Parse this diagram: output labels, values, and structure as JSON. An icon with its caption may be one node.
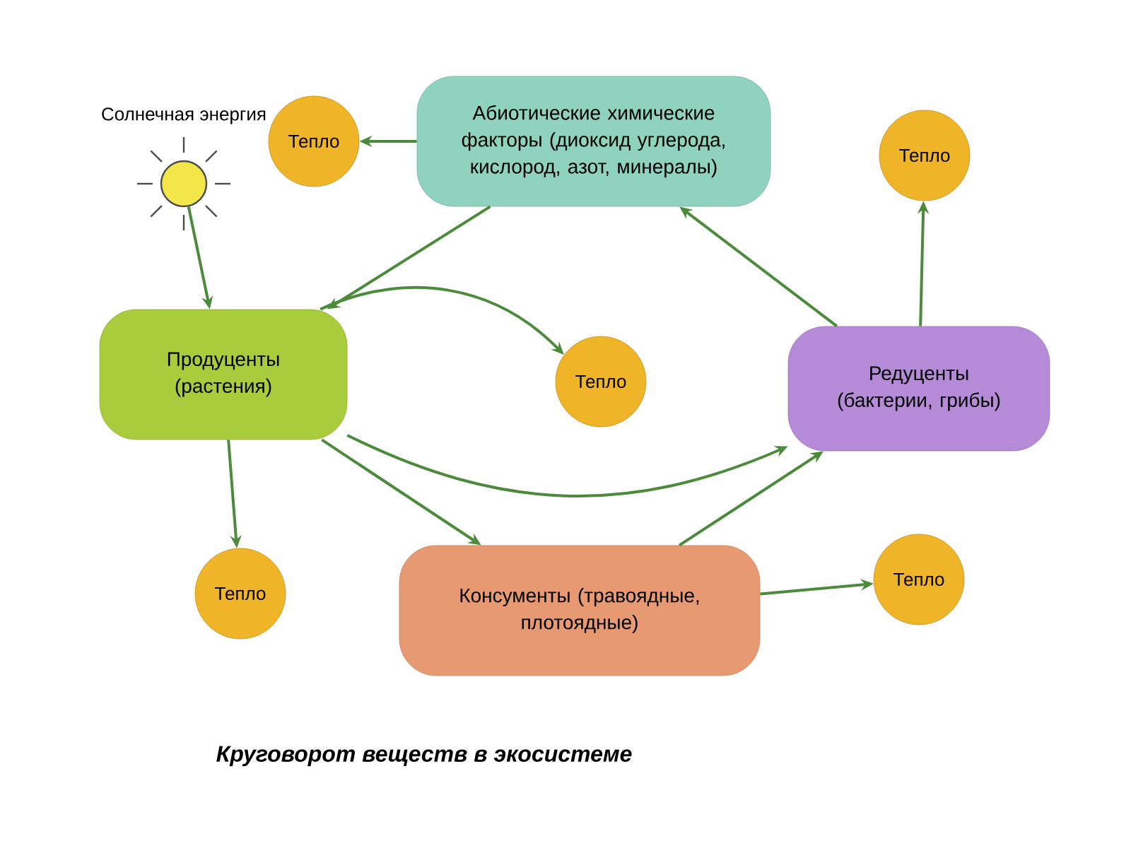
{
  "diagram": {
    "caption": "Круговорот веществ в экосистеме",
    "nodes": [
      {
        "text": [
          "Солнечная энергия"
        ]
      },
      {
        "text": [
          "Тепло"
        ]
      },
      {
        "text": [
          "Абиотические химические факторы (диоксид углерода, кислород, азот, минералы)"
        ]
      },
      {
        "text": [
          "Тепло"
        ]
      },
      {
        "text": [
          "Продуценты (растения)"
        ]
      },
      {
        "text": [
          "Тепло"
        ]
      },
      {
        "text": [
          "Редуценты (бактерии, грибы)"
        ]
      },
      {
        "text": [
          "Тепло"
        ]
      },
      {
        "text": [
          "Консументы (травоядные, плотоядные)"
        ]
      },
      {
        "text": [
          "Тепло"
        ]
      }
    ],
    "edges": [
      {
        "from": 2,
        "to": 1,
        "arrow": "to"
      },
      {
        "from": 0,
        "to": 4,
        "arrow": "to"
      },
      {
        "from": 2,
        "to": 4,
        "arrow": "to"
      },
      {
        "from": 4,
        "to": 5,
        "arrow": "to"
      },
      {
        "from": 4,
        "to": 6,
        "arrow": "to"
      },
      {
        "from": 4,
        "to": 7,
        "arrow": "to"
      },
      {
        "from": 4,
        "to": 8,
        "arrow": "to"
      },
      {
        "from": 8,
        "to": 6,
        "arrow": "to"
      },
      {
        "from": 8,
        "to": 9,
        "arrow": "to"
      },
      {
        "from": 6,
        "to": 3,
        "arrow": "to"
      },
      {
        "from": 6,
        "to": 2,
        "arrow": "to"
      }
    ]
  }
}
